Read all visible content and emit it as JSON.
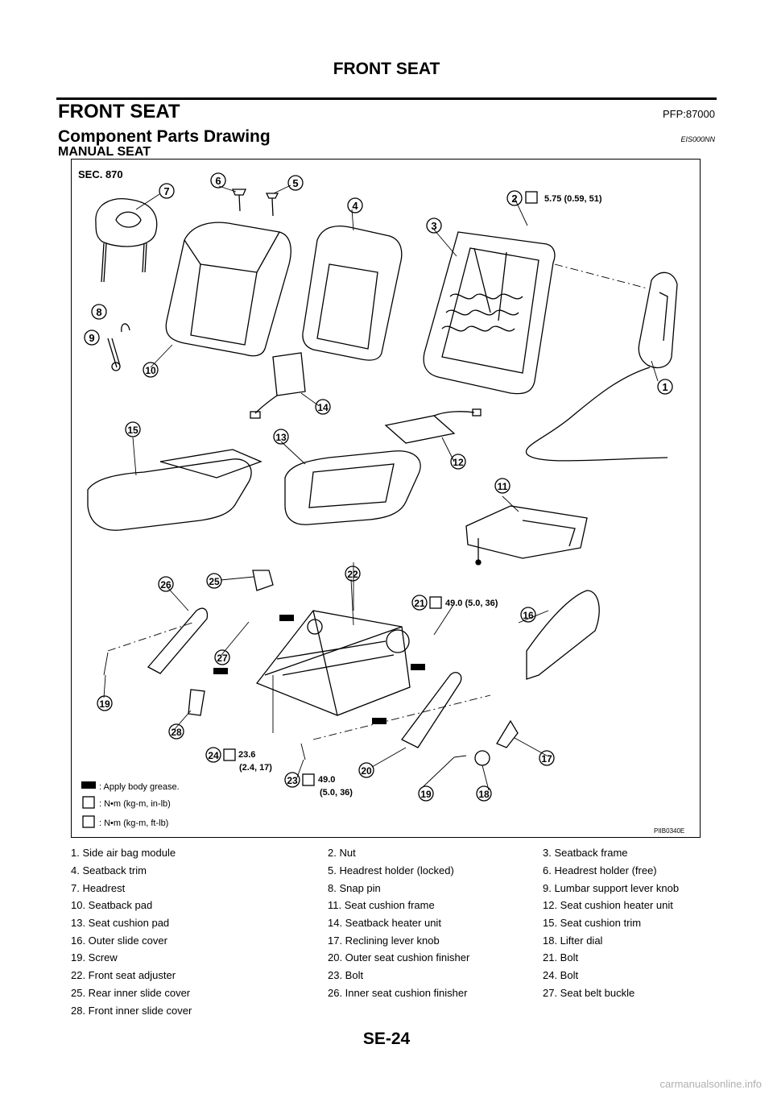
{
  "header": {
    "title": "FRONT SEAT"
  },
  "section": {
    "title": "FRONT SEAT",
    "pfp": "PFP:87000"
  },
  "subsection": {
    "title": "Component Parts Drawing",
    "code": "EIS000NN",
    "subtitle": "MANUAL SEAT"
  },
  "figure": {
    "sec": "SEC. 870",
    "id": "PIIB0340E",
    "torques": {
      "t2": "5.75 (0.59, 51)",
      "t21": "49.0 (5.0, 36)",
      "t24a": "23.6",
      "t24b": "(2.4, 17)",
      "t23a": "49.0",
      "t23b": "(5.0, 36)"
    },
    "key": {
      "grease": ": Apply body grease.",
      "nm_in": ": N•m (kg-m, in-lb)",
      "nm_ft": ": N•m (kg-m, ft-lb)"
    },
    "callouts": [
      "1",
      "2",
      "3",
      "4",
      "5",
      "6",
      "7",
      "8",
      "9",
      "10",
      "11",
      "12",
      "13",
      "14",
      "15",
      "16",
      "17",
      "18",
      "19",
      "20",
      "21",
      "22",
      "23",
      "24",
      "25",
      "26",
      "27",
      "28"
    ]
  },
  "parts": [
    [
      "1. Side air bag module",
      "2. Nut",
      "3. Seatback frame"
    ],
    [
      "4. Seatback trim",
      "5. Headrest holder (locked)",
      "6. Headrest holder (free)"
    ],
    [
      "7. Headrest",
      "8. Snap pin",
      "9. Lumbar support lever knob"
    ],
    [
      "10. Seatback pad",
      "11. Seat cushion frame",
      "12. Seat cushion heater unit"
    ],
    [
      "13. Seat cushion pad",
      "14. Seatback heater unit",
      "15. Seat cushion trim"
    ],
    [
      "16. Outer slide cover",
      "17. Reclining lever knob",
      "18. Lifter dial"
    ],
    [
      "19. Screw",
      "20. Outer seat cushion finisher",
      "21. Bolt"
    ],
    [
      "22. Front seat adjuster",
      "23. Bolt",
      "24. Bolt"
    ],
    [
      "25. Rear inner slide cover",
      "26. Inner seat cushion finisher",
      "27. Seat belt buckle"
    ],
    [
      "28. Front inner slide cover",
      "",
      ""
    ]
  ],
  "footer": {
    "page": "SE-24"
  },
  "watermark": "carmanualsonline.info"
}
